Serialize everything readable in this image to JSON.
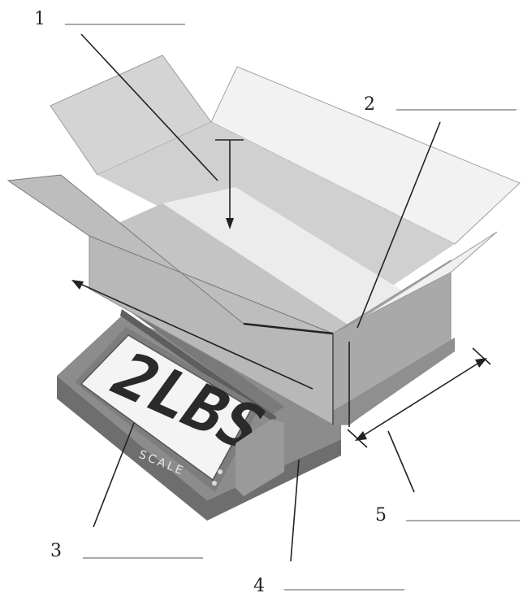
{
  "diagram": {
    "callouts": [
      {
        "id": "1",
        "number": "1"
      },
      {
        "id": "2",
        "number": "2"
      },
      {
        "id": "3",
        "number": "3"
      },
      {
        "id": "4",
        "number": "4"
      },
      {
        "id": "5",
        "number": "5"
      }
    ],
    "scale": {
      "display_reading": "2LBS",
      "brand_label": "SCALE"
    },
    "colors": {
      "box_light": "#d9d9d9",
      "box_mid": "#c4c4c4",
      "box_dark": "#a9a9a9",
      "scale_body": "#8c8c8c",
      "scale_dark": "#6e6e6e",
      "lcd_face": "#f4f4f4",
      "line": "#222222"
    }
  }
}
